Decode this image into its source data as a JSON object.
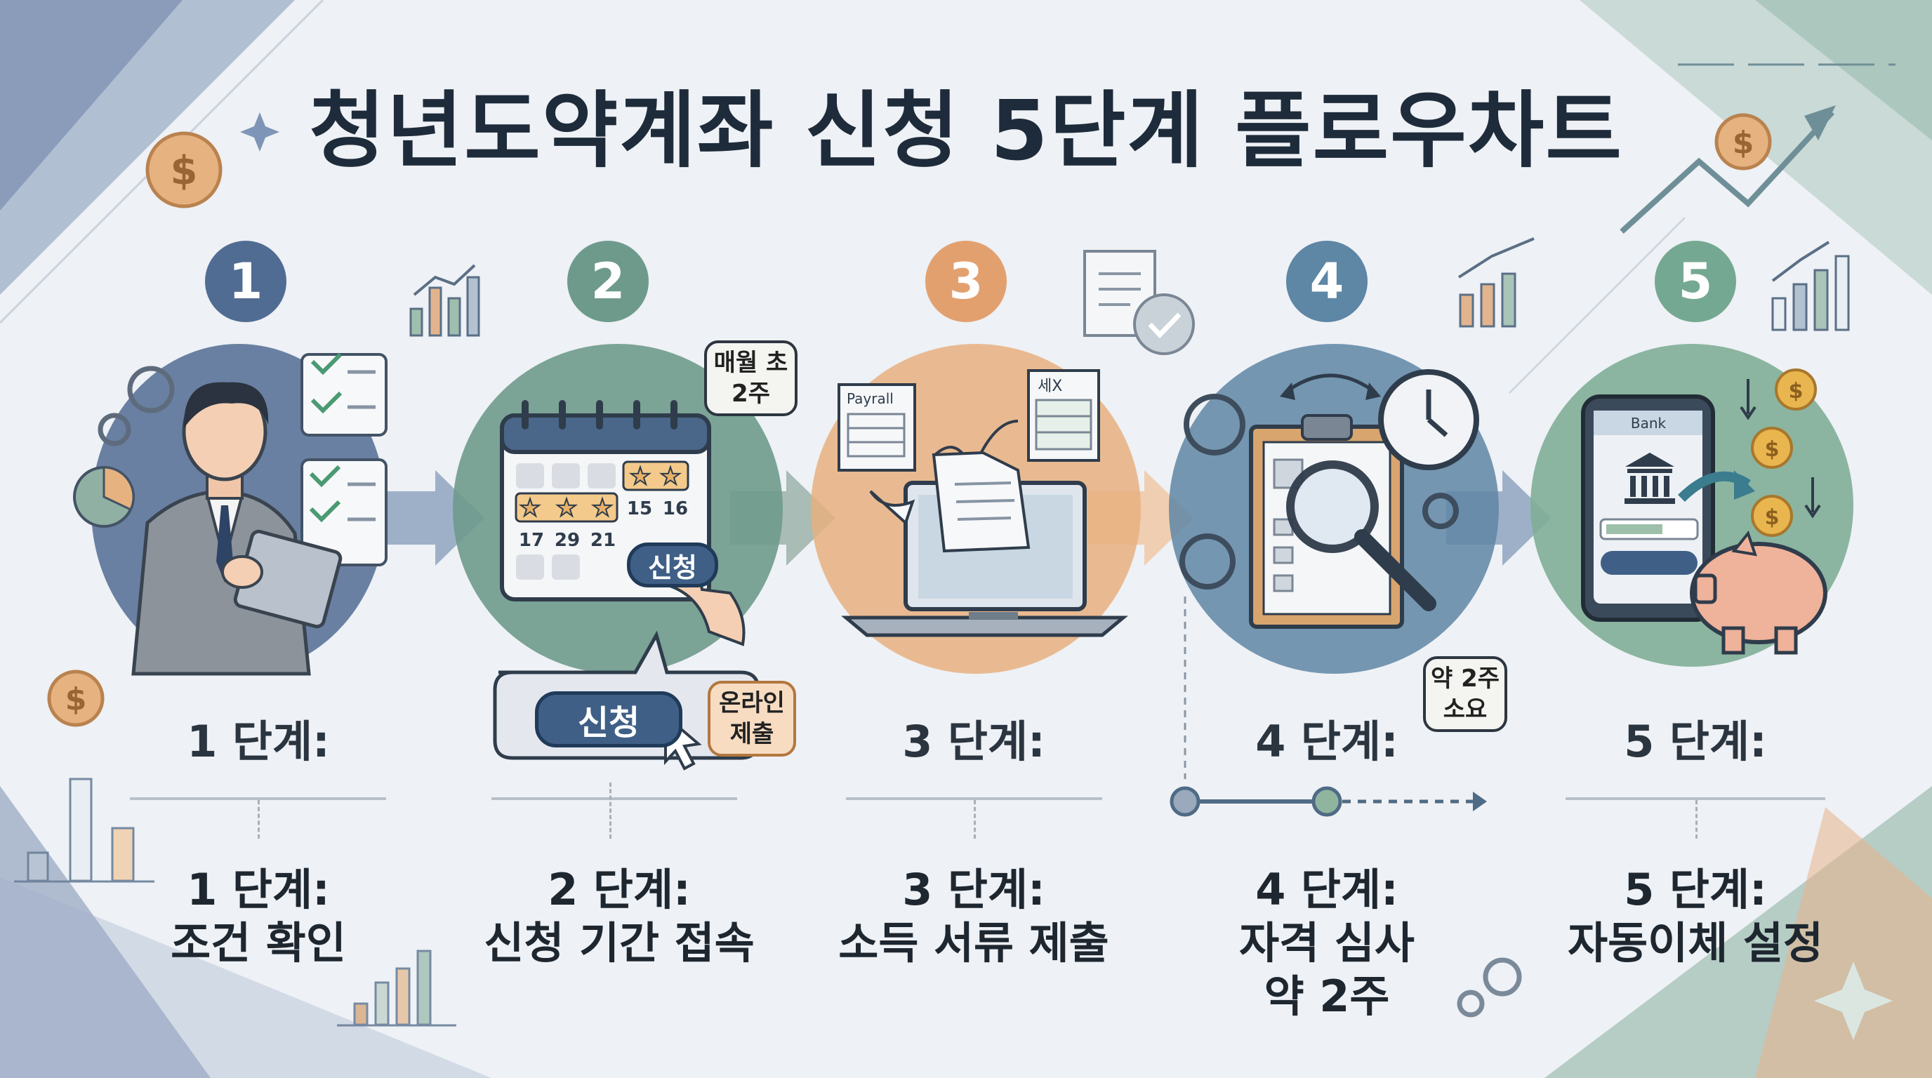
{
  "title": "청년도약계좌 신청 5단계 플로우차트",
  "colors": {
    "step1": "#516c93",
    "step2": "#6e9a8c",
    "step3": "#e3a06f",
    "step4": "#5e86a5",
    "step5": "#75a892",
    "arrow": "#8fa5bf"
  },
  "steps": [
    {
      "number": "1",
      "label": "1 단계:",
      "desc_line1": "1 단계:",
      "desc_line2": "조건 확인",
      "icon": "person-checklist-icon"
    },
    {
      "number": "2",
      "label": "",
      "desc_line1": "2 단계:",
      "desc_line2": "신청 기간 접속",
      "icon": "calendar-icon",
      "bubble_top": "매월 초\n2주",
      "bubble_side": "온라인\n제출",
      "button": "신청",
      "calendar_days": [
        "15",
        "16",
        "17",
        "29",
        "21"
      ]
    },
    {
      "number": "3",
      "label": "3 단계:",
      "desc_line1": "3 단계:",
      "desc_line2": "소득 서류 제출",
      "icon": "laptop-docs-icon",
      "doc_left": "Payrall",
      "doc_right": "세X"
    },
    {
      "number": "4",
      "label": "4 단계:",
      "desc_line1": "4 단계:",
      "desc_line2": "자격 심사",
      "desc_line3": "약 2주",
      "icon": "clipboard-magnifier-icon",
      "bubble": "약 2주\n소요"
    },
    {
      "number": "5",
      "label": "5 단계:",
      "desc_line1": "5 단계:",
      "desc_line2": "자동이체 설정",
      "icon": "phone-piggybank-icon",
      "phone_title": "Bank"
    }
  ]
}
